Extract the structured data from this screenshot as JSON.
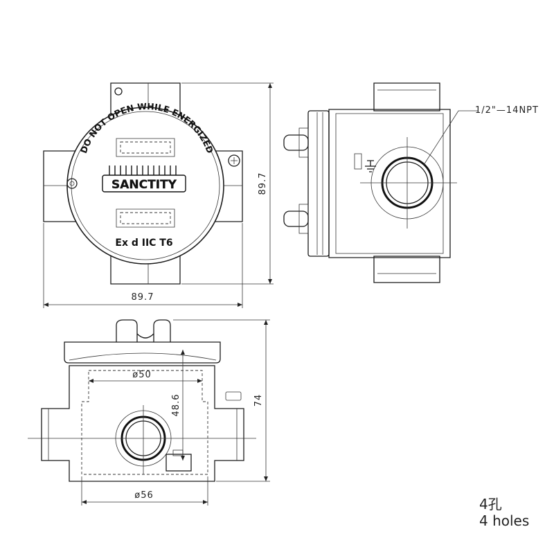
{
  "labels": {
    "warning": "DO NOT OPEN WHILE ENERGIZED",
    "brand": "SANCTITY",
    "certification": "Ex d IIC T6",
    "thread": "1/2\"—14NPT"
  },
  "dimensions": {
    "top_width": "89.7",
    "top_height": "89.7",
    "bottom_inner_dia": "ø50",
    "bottom_outer_dia": "ø56",
    "bottom_depth": "48.6",
    "bottom_height": "74"
  },
  "notes": {
    "holes_cn": "4孔",
    "holes_en": "4 holes"
  }
}
